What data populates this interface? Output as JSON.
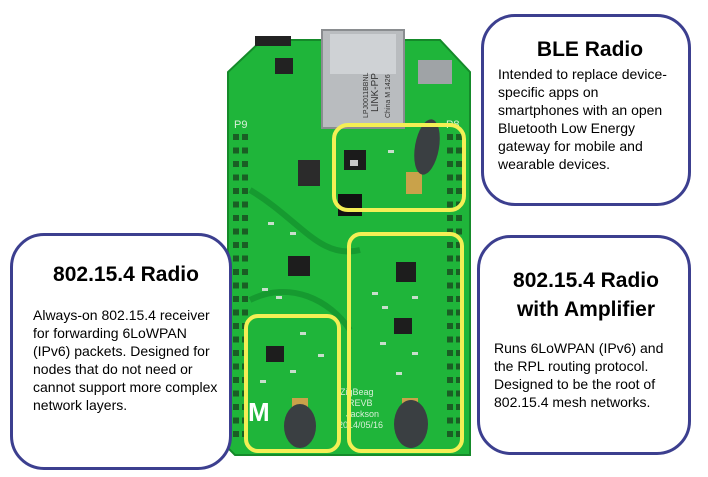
{
  "callouts": {
    "ble": {
      "title": "BLE Radio",
      "body": "Intended to replace device-specific apps on smartphones with an open Bluetooth Low Energy gateway for mobile and wearable devices."
    },
    "radio_154": {
      "title": "802.15.4 Radio",
      "body": "Always-on 802.15.4 receiver for forwarding 6LoWPAN (IPv6) packets. Designed for nodes that do not need or cannot support more complex network layers."
    },
    "radio_154_amp": {
      "title_line1": "802.15.4 Radio",
      "title_line2": "with Amplifier",
      "body": "Runs 6LoWPAN (IPv6) and the RPL routing protocol. Designed to be the root of 802.15.4 mesh networks."
    }
  },
  "board": {
    "header_p9": "P9",
    "header_p8": "P8",
    "ethernet_brand": "LINK-PP",
    "ethernet_part": "LPJ0011BBNL",
    "ethernet_origin": "China M 1426",
    "logo": "M",
    "silk_name": "ZigBeag",
    "silk_rev": "REVB",
    "silk_author": "Jackson",
    "silk_date": "2014/05/16"
  },
  "colors": {
    "pcb": "#1fb53a",
    "pcb_dark": "#168a2c",
    "highlight": "#f4ef55",
    "callout_border": "#3c3f8f",
    "antenna": "#3a3f42"
  }
}
